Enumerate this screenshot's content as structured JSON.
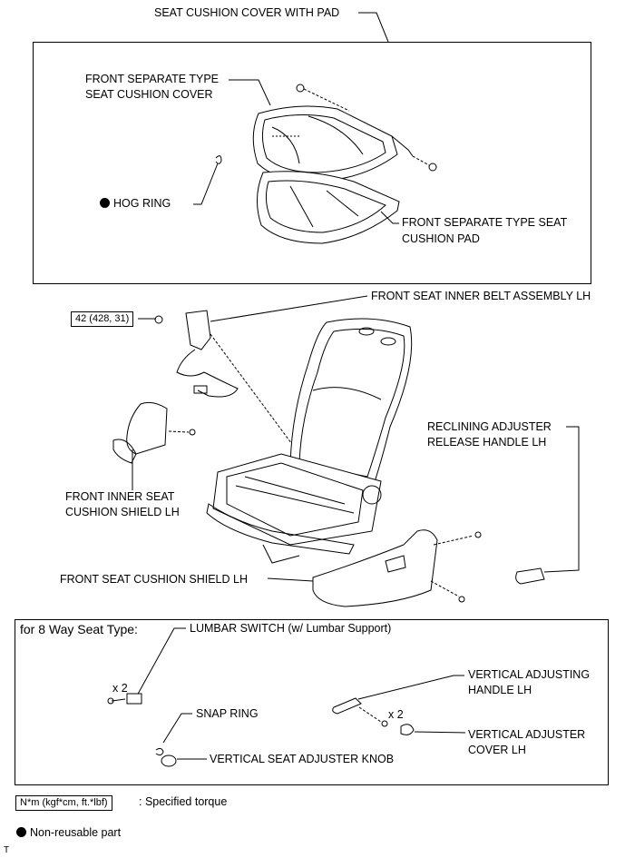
{
  "labels": {
    "seat_cushion_cover_with_pad": "SEAT CUSHION COVER WITH PAD",
    "front_separate_type_seat_cushion_cover_1": "FRONT SEPARATE TYPE",
    "front_separate_type_seat_cushion_cover_2": "SEAT CUSHION COVER",
    "hog_ring": "HOG RING",
    "front_separate_type_seat_cushion_pad_1": "FRONT SEPARATE TYPE SEAT",
    "front_separate_type_seat_cushion_pad_2": "CUSHION PAD",
    "front_seat_inner_belt_assembly_lh": "FRONT SEAT INNER BELT ASSEMBLY LH",
    "reclining_adjuster_release_handle_lh_1": "RECLINING ADJUSTER",
    "reclining_adjuster_release_handle_lh_2": "RELEASE HANDLE LH",
    "front_inner_seat_cushion_shield_lh_1": "FRONT INNER SEAT",
    "front_inner_seat_cushion_shield_lh_2": "CUSHION SHIELD LH",
    "front_seat_cushion_shield_lh": "FRONT SEAT CUSHION SHIELD LH",
    "for_8_way_seat_type": "for 8 Way Seat Type:",
    "lumbar_switch": "LUMBAR SWITCH (w/ Lumbar Support)",
    "x2_a": "x 2",
    "vertical_adjusting_handle_lh_1": "VERTICAL ADJUSTING",
    "vertical_adjusting_handle_lh_2": "HANDLE LH",
    "snap_ring": "SNAP RING",
    "x2_b": "x 2",
    "vertical_adjuster_cover_lh_1": "VERTICAL ADJUSTER",
    "vertical_adjuster_cover_lh_2": "COVER LH",
    "vertical_seat_adjuster_knob": "VERTICAL SEAT ADJUSTER KNOB"
  },
  "torque": {
    "value": "42 (428, 31)"
  },
  "legend": {
    "torque_unit": "N*m (kgf*cm, ft.*lbf)",
    "torque_desc": ": Specified torque",
    "non_reusable": "Non-reusable part"
  },
  "corner_mark": "T"
}
